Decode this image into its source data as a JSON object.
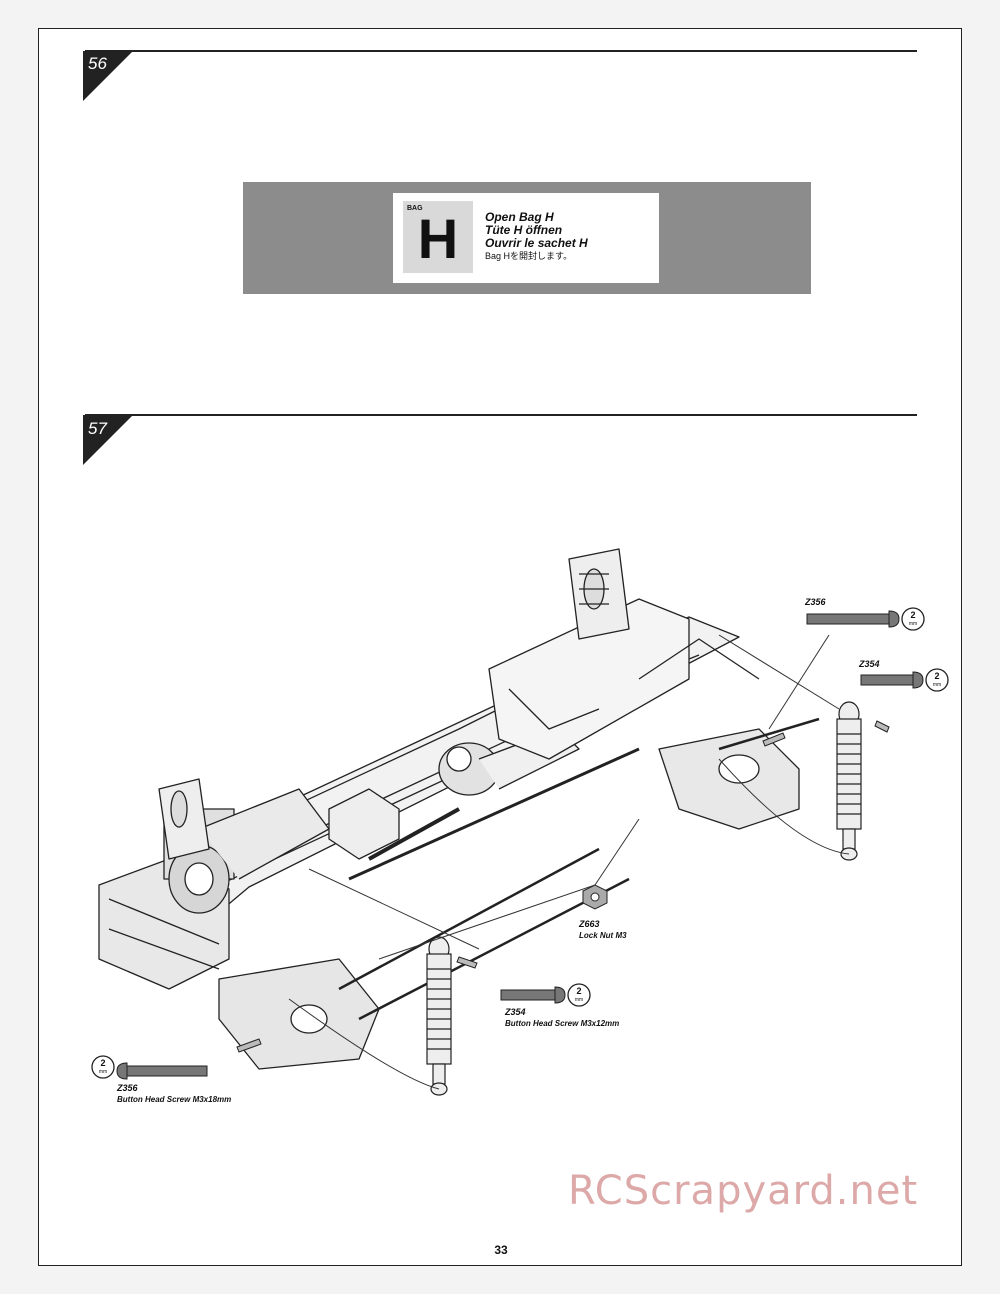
{
  "steps": [
    {
      "number": "56"
    },
    {
      "number": "57"
    }
  ],
  "bag": {
    "tag": "BAG",
    "letter": "H",
    "lines": [
      "Open Bag H",
      "Tüte H öffnen",
      "Ouvrir le sachet H"
    ],
    "japanese": "Bag Hを開封します。"
  },
  "parts": {
    "z356_top": {
      "code": "Z356",
      "tool_size": "2",
      "tool_unit": "mm"
    },
    "z354_top": {
      "code": "Z354",
      "tool_size": "2",
      "tool_unit": "mm"
    },
    "z663": {
      "code": "Z663",
      "desc": "Lock Nut M3"
    },
    "z354_mid": {
      "code": "Z354",
      "desc": "Button Head Screw M3x12mm",
      "tool_size": "2",
      "tool_unit": "mm"
    },
    "z356_bottom": {
      "code": "Z356",
      "desc": "Button Head Screw M3x18mm",
      "tool_size": "2",
      "tool_unit": "mm"
    }
  },
  "page_number": "33",
  "watermark": "RCScrapyard.net"
}
